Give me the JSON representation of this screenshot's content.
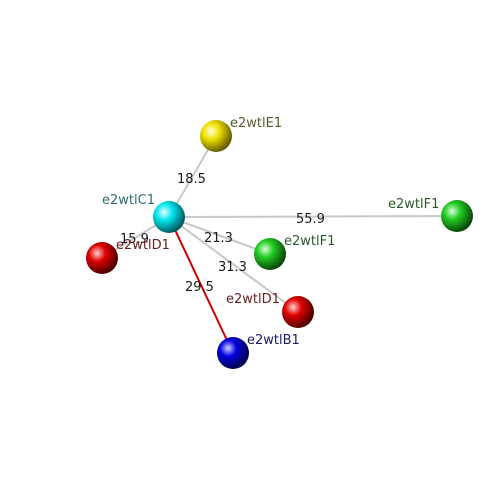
{
  "nodes": {
    "center": {
      "label": "e2wtlC1",
      "color": "#00e5ee",
      "label_color": "#2f6f6f"
    },
    "e1": {
      "label": "e2wtlE1",
      "color": "#f0e000",
      "label_color": "#5a5a2a"
    },
    "f1_far": {
      "label": "e2wtlF1",
      "color": "#22cc22",
      "label_color": "#2a5a2a"
    },
    "f1_near": {
      "label": "e2wtlF1",
      "color": "#22cc22",
      "label_color": "#2a5a2a"
    },
    "d1_left": {
      "label": "e2wtlD1",
      "color": "#e00000",
      "label_color": "#6a2020"
    },
    "d1_right": {
      "label": "e2wtlD1",
      "color": "#e00000",
      "label_color": "#6a2020"
    },
    "b1": {
      "label": "e2wtlB1",
      "color": "#0000e0",
      "label_color": "#1a1a6a"
    }
  },
  "edges": {
    "to_e1": {
      "distance": "18.5",
      "color": "#c8c8c8"
    },
    "to_f1_far": {
      "distance": "55.9",
      "color": "#c8c8c8"
    },
    "to_f1_near": {
      "distance": "21.3",
      "color": "#c8c8c8"
    },
    "to_d1_left": {
      "distance": "15.9",
      "color": "#c8c8c8"
    },
    "to_d1_right": {
      "distance": "31.3",
      "color": "#c8c8c8"
    },
    "to_b1": {
      "distance": "29.5",
      "color": "#cc0000"
    }
  }
}
